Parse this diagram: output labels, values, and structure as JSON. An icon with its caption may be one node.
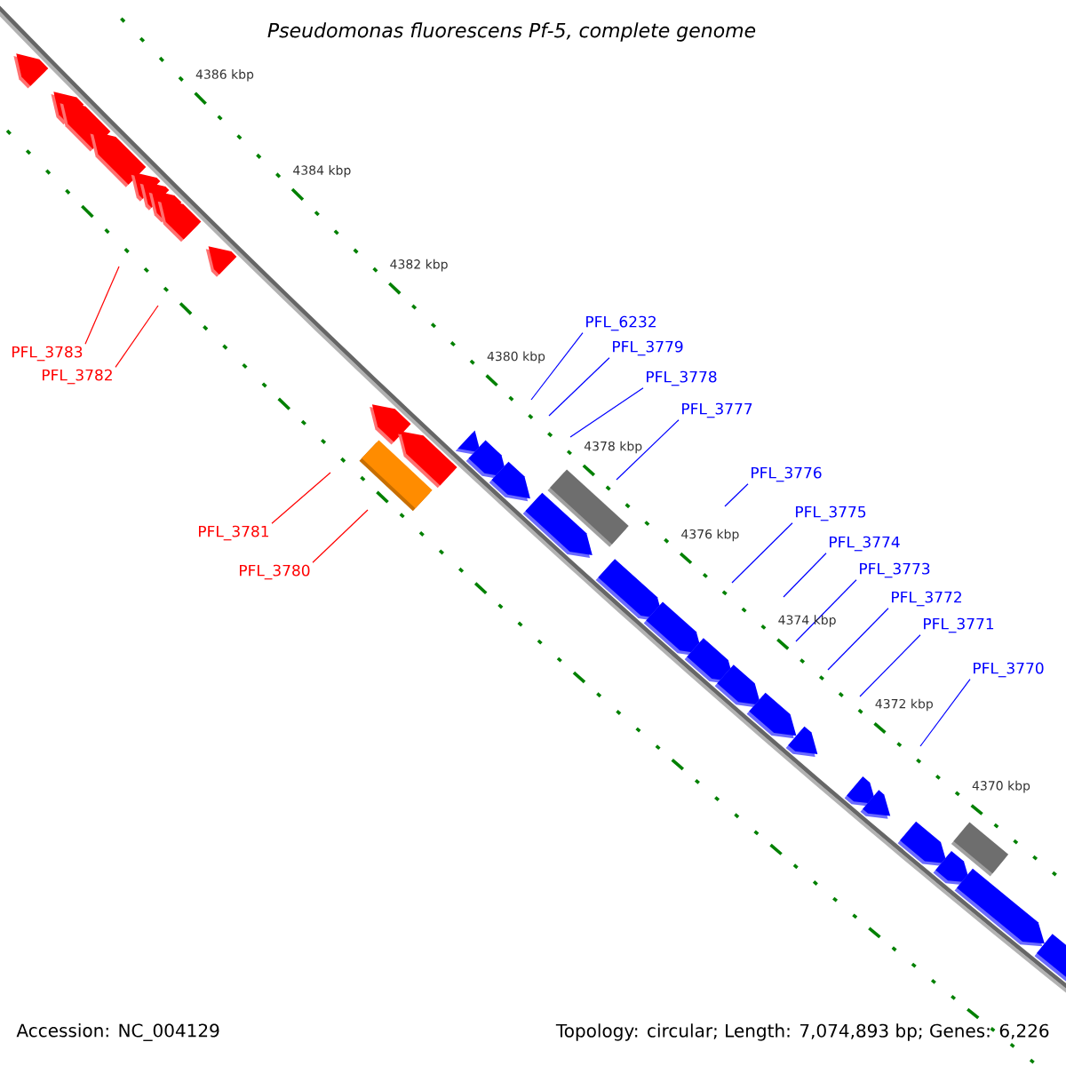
{
  "diagram": {
    "title": "Pseudomonas fluorescens Pf-5, complete genome",
    "nodes": [
      {
        "text": [
          "PFL_3783"
        ]
      },
      {
        "text": [
          "PFL_3782"
        ]
      },
      {
        "text": [
          "PFL_6232"
        ]
      },
      {
        "text": [
          "PFL_3779"
        ]
      },
      {
        "text": [
          "PFL_3778"
        ]
      },
      {
        "text": [
          "PFL_3777"
        ]
      },
      {
        "text": [
          "PFL_3781"
        ]
      },
      {
        "text": [
          "PFL_3780"
        ]
      },
      {
        "text": [
          "PFL_3776"
        ]
      },
      {
        "text": [
          "PFL_3775"
        ]
      },
      {
        "text": [
          "PFL_3774"
        ]
      },
      {
        "text": [
          "PFL_3773"
        ]
      },
      {
        "text": [
          "PFL_3772"
        ]
      },
      {
        "text": [
          "PFL_3771"
        ]
      },
      {
        "text": [
          "PFL_3770"
        ]
      }
    ],
    "edges": [
      {
        "from": 0,
        "to": null,
        "arrow": "none",
        "color": "#ff0000"
      },
      {
        "from": 1,
        "to": null,
        "arrow": "none",
        "color": "#ff0000"
      },
      {
        "from": 2,
        "to": null,
        "arrow": "none"
      },
      {
        "from": 3,
        "to": null,
        "arrow": "none"
      },
      {
        "from": 4,
        "to": null,
        "arrow": "none"
      },
      {
        "from": 5,
        "to": null,
        "arrow": "none"
      },
      {
        "from": 6,
        "to": null,
        "arrow": "none",
        "color": "#ff0000"
      },
      {
        "from": 7,
        "to": null,
        "arrow": "none",
        "color": "#ff0000"
      },
      {
        "from": 8,
        "to": null,
        "arrow": "none"
      },
      {
        "from": 9,
        "to": null,
        "arrow": "none"
      },
      {
        "from": 10,
        "to": null,
        "arrow": "none"
      },
      {
        "from": 11,
        "to": null,
        "arrow": "none"
      },
      {
        "from": 12,
        "to": null,
        "arrow": "none"
      },
      {
        "from": 13,
        "to": null,
        "arrow": "none"
      },
      {
        "from": 14,
        "to": null,
        "arrow": "none"
      }
    ],
    "labels": [
      "4386 kbp",
      "4384 kbp",
      "4382 kbp",
      "4380 kbp",
      "4378 kbp",
      "4376 kbp",
      "4374 kbp",
      "4372 kbp",
      "4370 kbp",
      "Accession: NC_004129",
      "Topology: circular; Length: 7,074,893 bp; Genes: 6,226"
    ]
  }
}
